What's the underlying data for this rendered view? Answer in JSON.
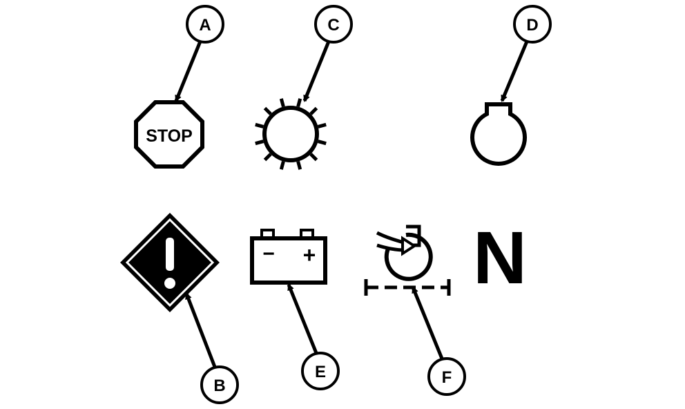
{
  "callouts": {
    "a": "A",
    "b": "B",
    "c": "C",
    "d": "D",
    "e": "E",
    "f": "F"
  },
  "symbols": {
    "stop_text": "STOP",
    "neutral_letter": "N",
    "battery_minus": "−",
    "battery_plus": "+"
  },
  "icons": {
    "a": "stop-sign-icon",
    "b": "warning-diamond-icon",
    "c": "sun-icon",
    "d": "keyhole-icon",
    "e": "battery-icon",
    "f": "rotation-indicator-icon"
  },
  "colors": {
    "ink": "#000000",
    "paper": "#ffffff"
  }
}
